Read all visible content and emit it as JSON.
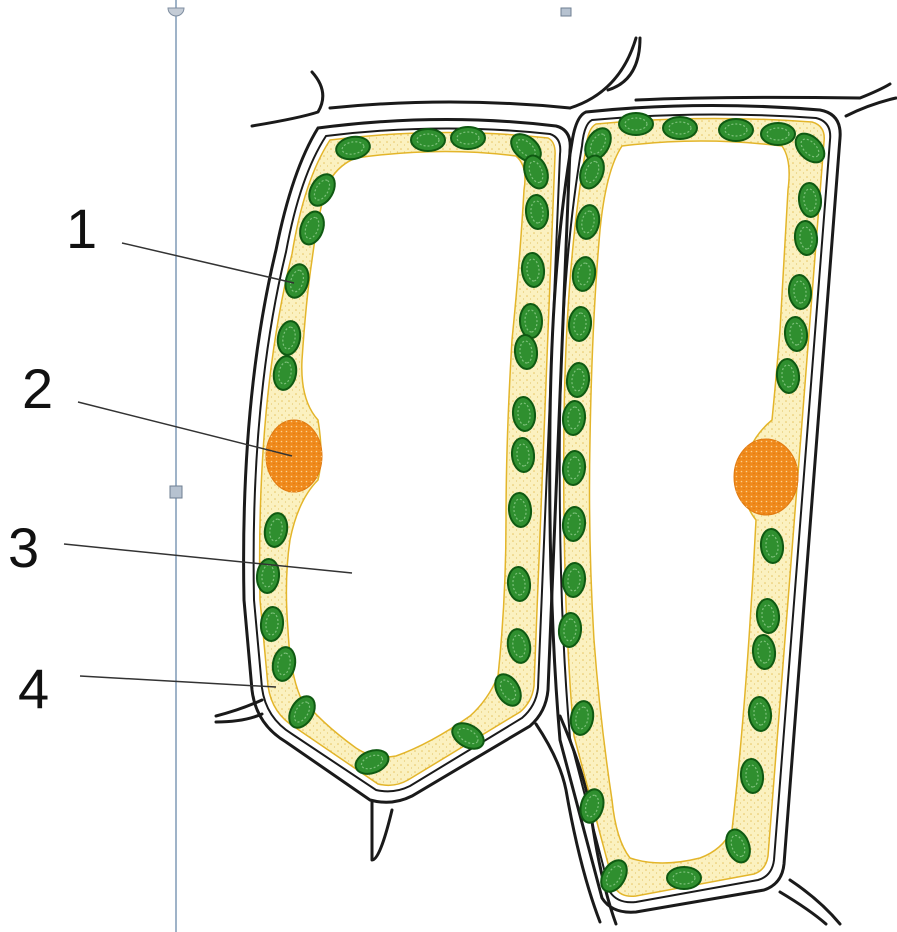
{
  "labels": [
    {
      "id": "1",
      "text": "1"
    },
    {
      "id": "2",
      "text": "2"
    },
    {
      "id": "3",
      "text": "3"
    },
    {
      "id": "4",
      "text": "4"
    }
  ],
  "colors": {
    "cell_wall": "#1a1a1a",
    "cytoplasm": "#fbf1c0",
    "cytoplasm_edge": "#e3b52a",
    "chloroplast": "#2f8f2f",
    "chloroplast_dark": "#0f5a12",
    "nucleus": "#f08a1c",
    "vacuole": "#ffffff",
    "editor_guide": "#9fb3c8"
  },
  "icons": [
    "guide-top-handle-icon",
    "guide-mid-handle-icon",
    "guide-top-square-icon"
  ]
}
